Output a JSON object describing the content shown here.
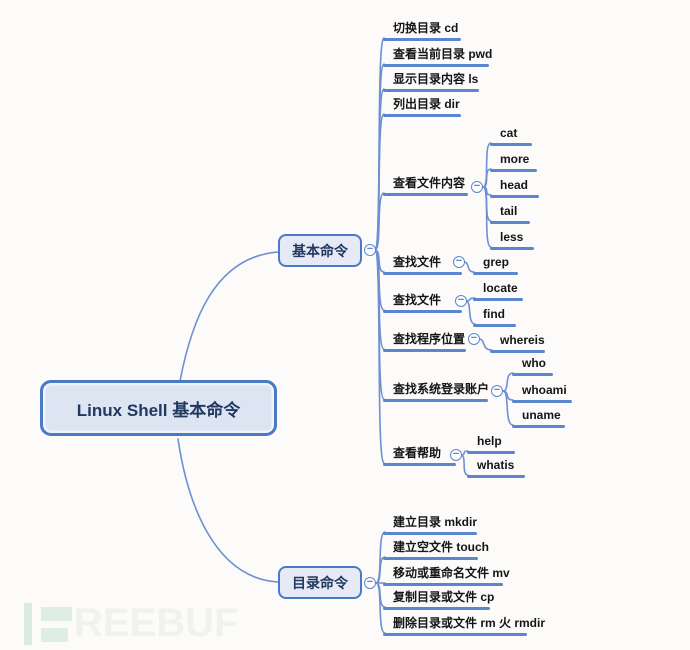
{
  "ui": {
    "collapse_glyph": "−"
  },
  "colors": {
    "accent_line": "#5b86cd",
    "curve": "#6e90d0",
    "node_fill": "#e5eaf6",
    "node_border": "#4b7ac5",
    "node_text": "#21395f",
    "leaf_text": "#151515",
    "background": "#fcfbfa",
    "watermark_green": "#dcebe1",
    "watermark_text": "#eff2ee"
  },
  "root": {
    "label": "Linux Shell 基本命令"
  },
  "branches": [
    {
      "label": "基本命令",
      "children": [
        {
          "label": "切换目录 cd"
        },
        {
          "label": "查看当前目录 pwd"
        },
        {
          "label": "显示目录内容 ls"
        },
        {
          "label": "列出目录 dir"
        },
        {
          "label": "查看文件内容",
          "children": [
            {
              "label": "cat"
            },
            {
              "label": "more"
            },
            {
              "label": "head"
            },
            {
              "label": "tail"
            },
            {
              "label": "less"
            }
          ]
        },
        {
          "label": "查找文件",
          "children": [
            {
              "label": "grep"
            }
          ]
        },
        {
          "label": "查找文件",
          "children": [
            {
              "label": "locate"
            },
            {
              "label": "find"
            }
          ]
        },
        {
          "label": "查找程序位置",
          "children": [
            {
              "label": "whereis"
            }
          ]
        },
        {
          "label": "查找系统登录账户",
          "children": [
            {
              "label": "who"
            },
            {
              "label": "whoami"
            },
            {
              "label": "uname"
            }
          ]
        },
        {
          "label": "查看帮助",
          "children": [
            {
              "label": "help"
            },
            {
              "label": "whatis"
            }
          ]
        }
      ]
    },
    {
      "label": "目录命令",
      "children": [
        {
          "label": "建立目录 mkdir"
        },
        {
          "label": "建立空文件 touch"
        },
        {
          "label": "移动或重命名文件 mv"
        },
        {
          "label": "复制目录或文件 cp"
        },
        {
          "label": "删除目录或文件 rm 火 rmdir"
        }
      ]
    }
  ],
  "watermark": {
    "text": "REEBUF"
  }
}
